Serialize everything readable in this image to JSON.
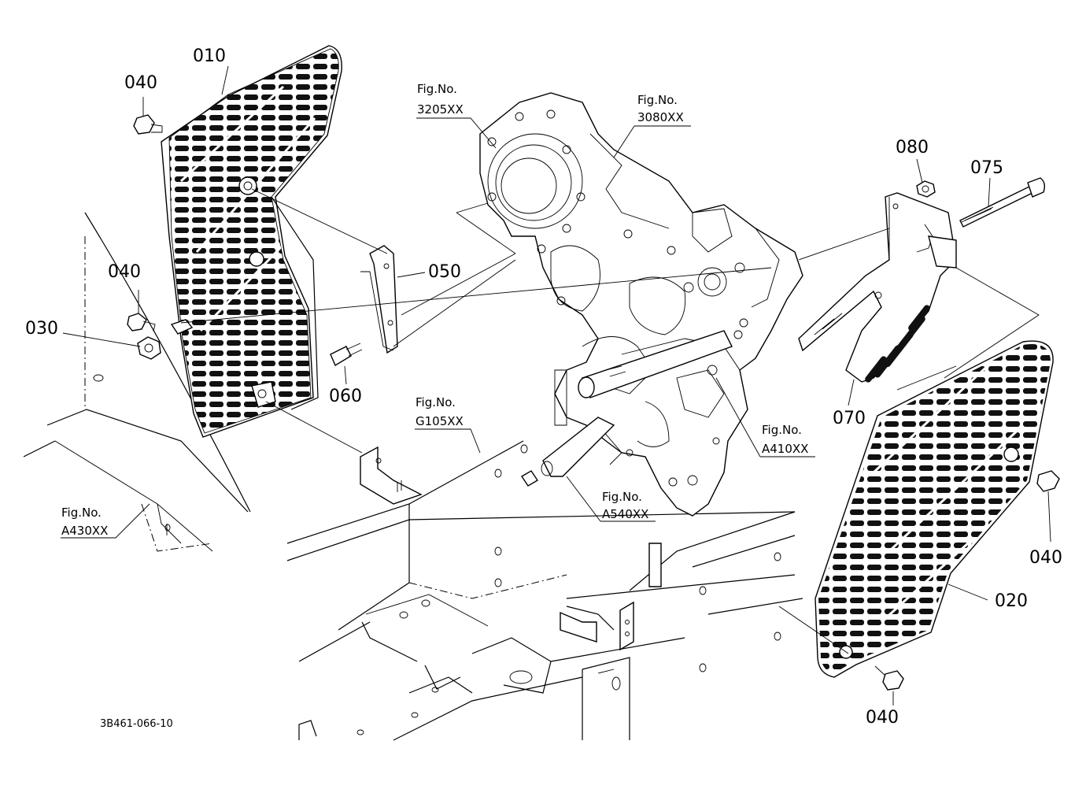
{
  "callouts": {
    "c010": "010",
    "c020": "020",
    "c030": "030",
    "c040_a": "040",
    "c040_b": "040",
    "c040_c": "040",
    "c040_d": "040",
    "c050": "050",
    "c060": "060",
    "c070": "070",
    "c075": "075",
    "c080": "080"
  },
  "figure_refs": {
    "f3205": {
      "line1": "Fig.No.",
      "line2": "3205XX"
    },
    "f3080": {
      "line1": "Fig.No.",
      "line2": "3080XX"
    },
    "fG105": {
      "line1": "Fig.No.",
      "line2": "G105XX"
    },
    "fA410": {
      "line1": "Fig.No.",
      "line2": "A410XX"
    },
    "fA540": {
      "line1": "Fig.No.",
      "line2": "A540XX"
    },
    "fA430": {
      "line1": "Fig.No.",
      "line2": "A430XX"
    }
  },
  "drawing_number": "3B461-066-10"
}
